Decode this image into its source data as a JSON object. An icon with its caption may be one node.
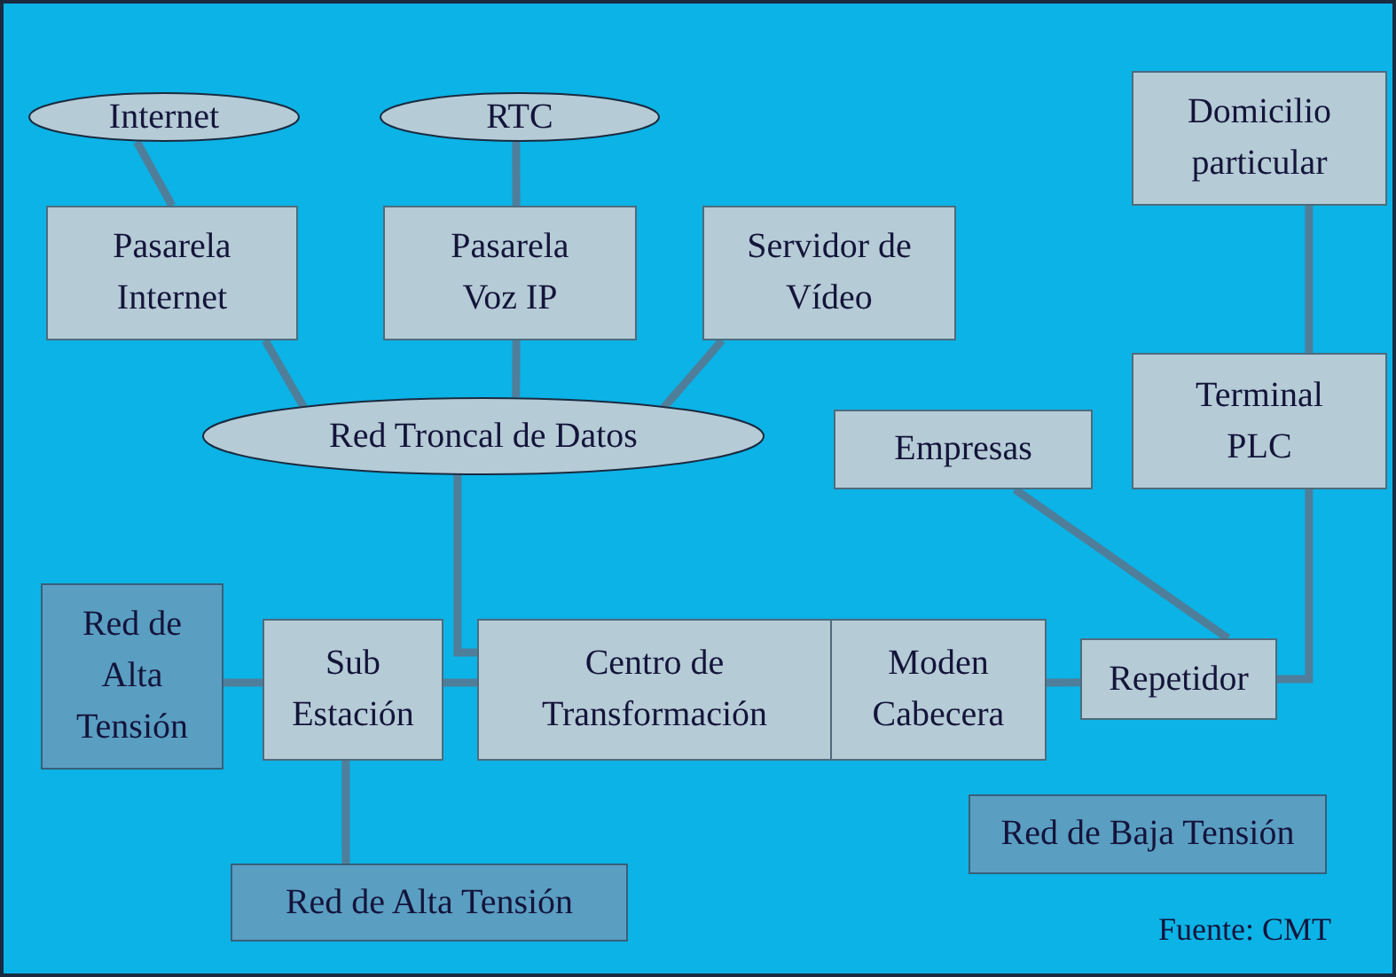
{
  "diagram": {
    "nodes": [
      {
        "text": [
          "Internet"
        ]
      },
      {
        "text": [
          "RTC"
        ]
      },
      {
        "text": [
          "Pasarela Internet"
        ]
      },
      {
        "text": [
          "Pasarela Voz IP"
        ]
      },
      {
        "text": [
          "Servidor de Vídeo"
        ]
      },
      {
        "text": [
          "Domicilio particular"
        ]
      },
      {
        "text": [
          "Red Troncal de Datos"
        ]
      },
      {
        "text": [
          "Empresas"
        ]
      },
      {
        "text": [
          "Terminal PLC"
        ]
      },
      {
        "text": [
          "Red de Alta Tensión"
        ]
      },
      {
        "text": [
          "Sub Estación"
        ]
      },
      {
        "text": [
          "Centro de Transformación"
        ]
      },
      {
        "text": [
          "Moden Cabecera"
        ]
      },
      {
        "text": [
          "Repetidor"
        ]
      },
      {
        "text": [
          "Red de Baja Tensión"
        ]
      },
      {
        "text": [
          "Red de Alta Tensión"
        ]
      }
    ],
    "edges": [
      {
        "from": 0,
        "to": 2,
        "arrow": "none"
      },
      {
        "from": 1,
        "to": 3,
        "arrow": "none"
      },
      {
        "from": 2,
        "to": 6,
        "arrow": "none"
      },
      {
        "from": 3,
        "to": 6,
        "arrow": "none"
      },
      {
        "from": 4,
        "to": 6,
        "arrow": "none"
      },
      {
        "from": 5,
        "to": 8,
        "arrow": "none"
      },
      {
        "from": 6,
        "to": 11,
        "arrow": "none"
      },
      {
        "from": 7,
        "to": 13,
        "arrow": "none"
      },
      {
        "from": 8,
        "to": 13,
        "arrow": "none"
      },
      {
        "from": 9,
        "to": 10,
        "arrow": "none"
      },
      {
        "from": 10,
        "to": 11,
        "arrow": "none"
      },
      {
        "from": 12,
        "to": 13,
        "arrow": "none"
      },
      {
        "from": 10,
        "to": 15,
        "arrow": "none"
      }
    ],
    "labels": [
      "Fuente: CMT"
    ]
  }
}
